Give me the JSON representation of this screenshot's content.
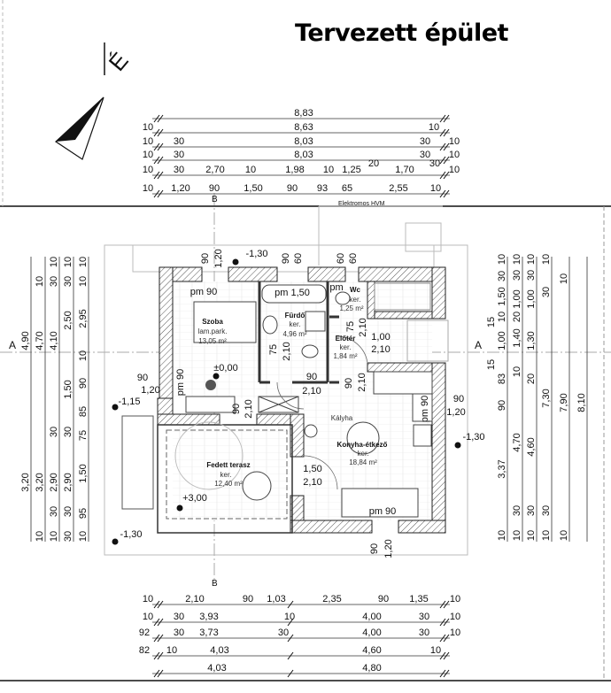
{
  "title": "Tervezett épület",
  "north_label": "É",
  "section_labels": {
    "a_left": "A",
    "a_right": "A",
    "b_top": "B",
    "b_bottom": "B"
  },
  "utility_label": "Elektromos HVM",
  "dims": {
    "top": [
      [
        "8,83"
      ],
      [
        "10",
        "8,63",
        "10"
      ],
      [
        "10",
        "30",
        "8,03",
        "30",
        "10"
      ],
      [
        "10",
        "30",
        "8,03",
        "30",
        "10"
      ],
      [
        "10",
        "30",
        "2,70",
        "10",
        "1,98",
        "10",
        "1,25",
        "20",
        "1,70",
        "30",
        "10"
      ],
      [
        "10",
        "1,20",
        "90",
        "1,50",
        "90",
        "93",
        "65",
        "2,55",
        "10"
      ]
    ],
    "bottom": [
      [
        "10",
        "2,10",
        "90",
        "1,03",
        "2,35",
        "90",
        "1,35",
        "10"
      ],
      [
        "10",
        "30",
        "3,93",
        "10",
        "4,00",
        "30",
        "10"
      ],
      [
        "92",
        "30",
        "3,73",
        "30",
        "4,00",
        "30",
        "10"
      ],
      [
        "82",
        "10",
        "4,03",
        "4,60",
        "10"
      ],
      [
        "4,03",
        "4,80"
      ]
    ],
    "left": [
      [
        "4,90",
        "3,20"
      ],
      [
        "10",
        "4,70",
        "3,20",
        "10"
      ],
      [
        "10",
        "30",
        "4,10",
        "30",
        "2,90",
        "30",
        "10"
      ],
      [
        "10",
        "30",
        "2,50",
        "1,50",
        "30",
        "2,90",
        "30",
        "30"
      ],
      [
        "10",
        "10",
        "2,95",
        "10",
        "90",
        "85",
        "75",
        "1,50",
        "95",
        "10"
      ]
    ],
    "right": [
      [
        "15",
        "15"
      ],
      [
        "10",
        "30",
        "1,50",
        "10",
        "1,00",
        "83",
        "90",
        "3,37",
        "10"
      ],
      [
        "10",
        "30",
        "1,00",
        "20",
        "1,40",
        "10",
        "4,70",
        "30",
        "10"
      ],
      [
        "10",
        "30",
        "1,00",
        "1,30",
        "20",
        "4,60",
        "30",
        "10"
      ],
      [
        "10",
        "30",
        "7,30",
        "30",
        "10"
      ],
      [
        "10",
        "7,90",
        "10"
      ],
      [
        "8,10"
      ]
    ]
  },
  "rooms": {
    "szoba": {
      "name": "Szoba",
      "floor": "lam.park.",
      "area": "13,05 m²"
    },
    "furdo": {
      "name": "Fürdő",
      "floor": "ker.",
      "area": "4,96 m²"
    },
    "wc": {
      "name": "Wc",
      "floor": "ker.",
      "area": "1,25 m²"
    },
    "eloter": {
      "name": "Előtér",
      "floor": "ker.",
      "area": "1,84 m²"
    },
    "konyha": {
      "name": "Konyha-étkező",
      "floor": "ker.",
      "area": "18,84 m²"
    },
    "terasz": {
      "name": "Fedett terasz",
      "floor": "ker.",
      "area": "12,40 m²"
    }
  },
  "annotations": [
    "pm 90",
    "pm 1,50",
    "pm",
    "90",
    "1,20",
    "-1,30",
    "90",
    "60",
    "60",
    "60",
    "75",
    "2,10",
    "75",
    "2,10",
    "1,00",
    "2,10",
    "90",
    "2,10",
    "±0,00",
    "pm 90",
    "90",
    "2,10",
    "90",
    "2,10",
    "90",
    "1,20",
    "-1,15",
    "pm 90",
    "90",
    "1,20",
    "-1,30",
    "Kályha",
    "1,50",
    "2,10",
    "+3,00",
    "pm 90",
    "-1,30",
    "90",
    "1,20"
  ]
}
